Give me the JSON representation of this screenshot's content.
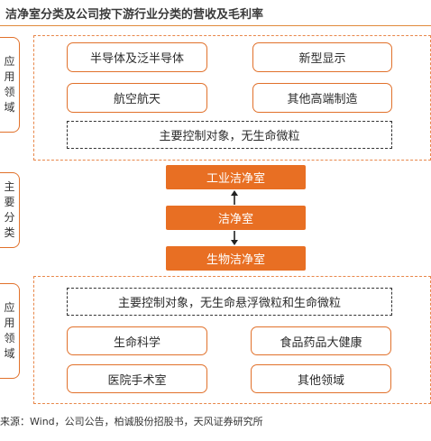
{
  "title": "洁净室分类及公司按下游行业分类的营收及毛利率",
  "top": {
    "tab": "应用领域",
    "boxes": [
      "半导体及泛半导体",
      "新型显示",
      "航空航天",
      "其他高端制造"
    ],
    "control": "主要控制对象，无生命微粒"
  },
  "middle": {
    "tab": "主要分类",
    "items": [
      "工业洁净室",
      "洁净室",
      "生物洁净室"
    ]
  },
  "bottom": {
    "tab": "应用领域",
    "control": "主要控制对象，无生命悬浮微粒和生命微粒",
    "boxes": [
      "生命科学",
      "食品药品大健康",
      "医院手术室",
      "其他领域"
    ]
  },
  "source": "来源：Wind，公司公告，柏诚股份招股书，天风证券研究所",
  "colors": {
    "accent": "#e86f23",
    "border": "#e1712b"
  }
}
